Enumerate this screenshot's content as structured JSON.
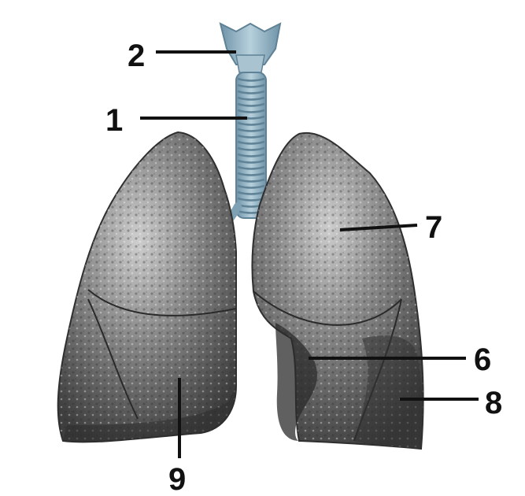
{
  "diagram": {
    "labels": [
      {
        "id": "trachea",
        "text": "1"
      },
      {
        "id": "larynx",
        "text": "2"
      },
      {
        "id": "cardiac-notch",
        "text": "6"
      },
      {
        "id": "left-upper-lobe",
        "text": "7"
      },
      {
        "id": "left-lower-lobe",
        "text": "8"
      },
      {
        "id": "right-lower-lobe",
        "text": "9"
      }
    ],
    "colors": {
      "background": "#ffffff",
      "lung_tissue": "#6f6f6f",
      "lung_highlight": "#c9c9c9",
      "lung_shadow": "#3a3a3a",
      "airway": "#8fb1c4",
      "airway_ring": "#5f8296",
      "leader_line": "#111111"
    }
  }
}
